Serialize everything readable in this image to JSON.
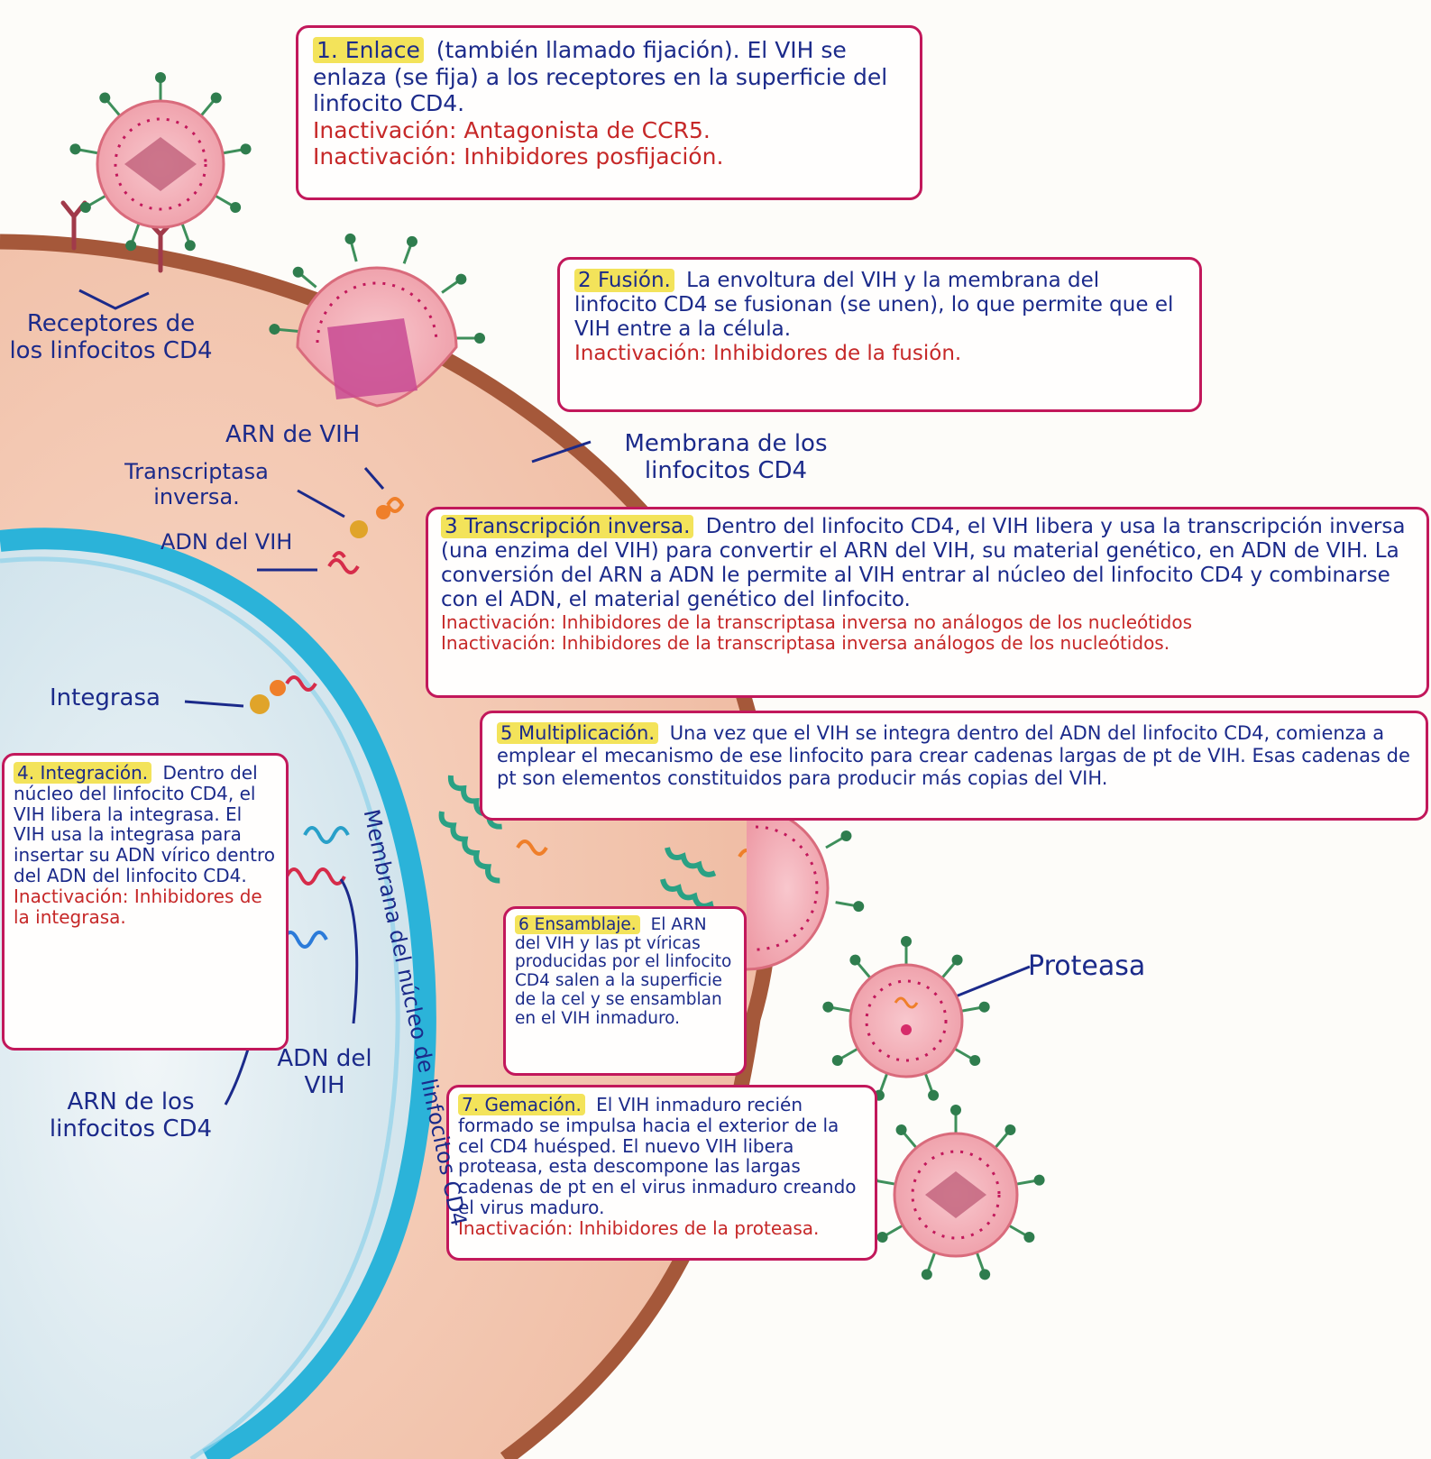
{
  "steps": {
    "s1": {
      "heading": "1. Enlace",
      "text": "(también llamado fijación). El VIH se enlaza (se fija) a los receptores en la superficie del linfocito CD4.",
      "inact_1": "Inactivación: Antagonista de CCR5.",
      "inact_2": "Inactivación: Inhibidores posfijación."
    },
    "s2": {
      "heading": "2 Fusión.",
      "text": "La envoltura del VIH y la membrana del linfocito CD4 se fusionan (se unen), lo que permite que el VIH entre a la célula.",
      "inact": "Inactivación: Inhibidores de la fusión."
    },
    "s3": {
      "heading": "3 Transcripción inversa.",
      "text": "Dentro del linfocito CD4, el VIH libera y usa la transcripción inversa (una enzima del VIH) para convertir el ARN del VIH, su material genético, en ADN de VIH. La conversión del ARN a ADN le permite al VIH entrar al núcleo del linfocito CD4 y combinarse con el ADN, el material genético del linfocito.",
      "inact_1": "Inactivación: Inhibidores de la transcriptasa inversa no análogos de los nucleótidos",
      "inact_2": "Inactivación: Inhibidores de la transcriptasa inversa análogos de los nucleótidos."
    },
    "s4": {
      "heading": "4. Integración.",
      "text": "Dentro del núcleo del linfocito CD4, el VIH libera la integrasa. El VIH usa la integrasa para insertar su ADN vírico dentro del ADN del linfocito CD4.",
      "inact": "Inactivación: Inhibidores de la integrasa."
    },
    "s5": {
      "heading": "5 Multiplicación.",
      "text": "Una vez que el VIH se integra dentro del ADN del linfocito CD4, comienza a emplear el mecanismo de ese linfocito para crear cadenas largas de pt de VIH. Esas cadenas de pt son elementos constituidos para producir más copias del VIH."
    },
    "s6": {
      "heading": "6 Ensamblaje.",
      "text": "El ARN del VIH y las pt víricas producidas por el linfocito CD4 salen a la superficie de la cel y se ensamblan en el VIH inmaduro."
    },
    "s7": {
      "heading": "7. Gemación.",
      "text": "El VIH inmaduro recién formado se impulsa hacia el exterior de la cel CD4 huésped. El nuevo VIH libera proteasa, esta descompone las largas cadenas de pt en el virus inmaduro creando el virus maduro.",
      "inact": "Inactivación: Inhibidores de la proteasa."
    }
  },
  "labels": {
    "receptores": "Receptores de los linfocitos CD4",
    "membrana": "Membrana de los linfocitos CD4",
    "arn_vih": "ARN de VIH",
    "transcriptasa": "Transcriptasa inversa.",
    "adn_vih": "ADN del VIH",
    "integrasa": "Integrasa",
    "adn_vih_nucleo": "ADN del VIH",
    "arn_linfocitos": "ARN de los linfocitos CD4",
    "proteasa": "Proteasa",
    "membrana_nucleo": "Membrana del núcleo de linfocitos CD4"
  },
  "colors": {
    "box_border": "#c2185b",
    "ink_blue": "#1b2a8a",
    "ink_red": "#c62828",
    "highlight": "#f3e35a",
    "cell_fill": "#f3c8b1",
    "cell_membrane": "#a5583a",
    "nucleus_fill": "#dcebf2",
    "nucleus_membrane": "#2bb3d9",
    "virus_fill": "#f1a9b4",
    "virus_spike": "#3e8f5b"
  },
  "icons": [
    "virus-icon",
    "receptor-icon",
    "enzyme-icon",
    "protein-chain-icon",
    "arrow-icon"
  ]
}
